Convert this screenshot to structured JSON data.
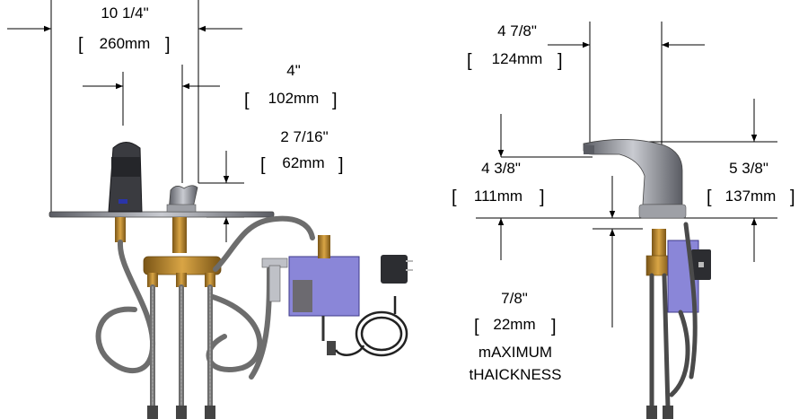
{
  "front_view": {
    "overall_width": {
      "imperial": "10 1/4\"",
      "metric": "260mm"
    },
    "spout_spacing": {
      "imperial": "4\"",
      "metric": "102mm"
    },
    "control_height": {
      "imperial": "2 7/16\"",
      "metric": "62mm"
    }
  },
  "side_view": {
    "spout_reach": {
      "imperial": "4 7/8\"",
      "metric": "124mm"
    },
    "spout_height": {
      "imperial": "4 3/8\"",
      "metric": "111mm"
    },
    "overall_height": {
      "imperial": "5 3/8\"",
      "metric": "137mm"
    },
    "deck_thickness": {
      "imperial": "7/8\"",
      "metric": "22mm",
      "note_line1": "mAXIMUM",
      "note_line2": "tHAICKNESS"
    }
  },
  "colors": {
    "brass": "#b8862c",
    "chrome": "#8a8d96",
    "dark": "#3a3b40",
    "hose": "#6d6d6d",
    "box": "#8a86d8"
  }
}
